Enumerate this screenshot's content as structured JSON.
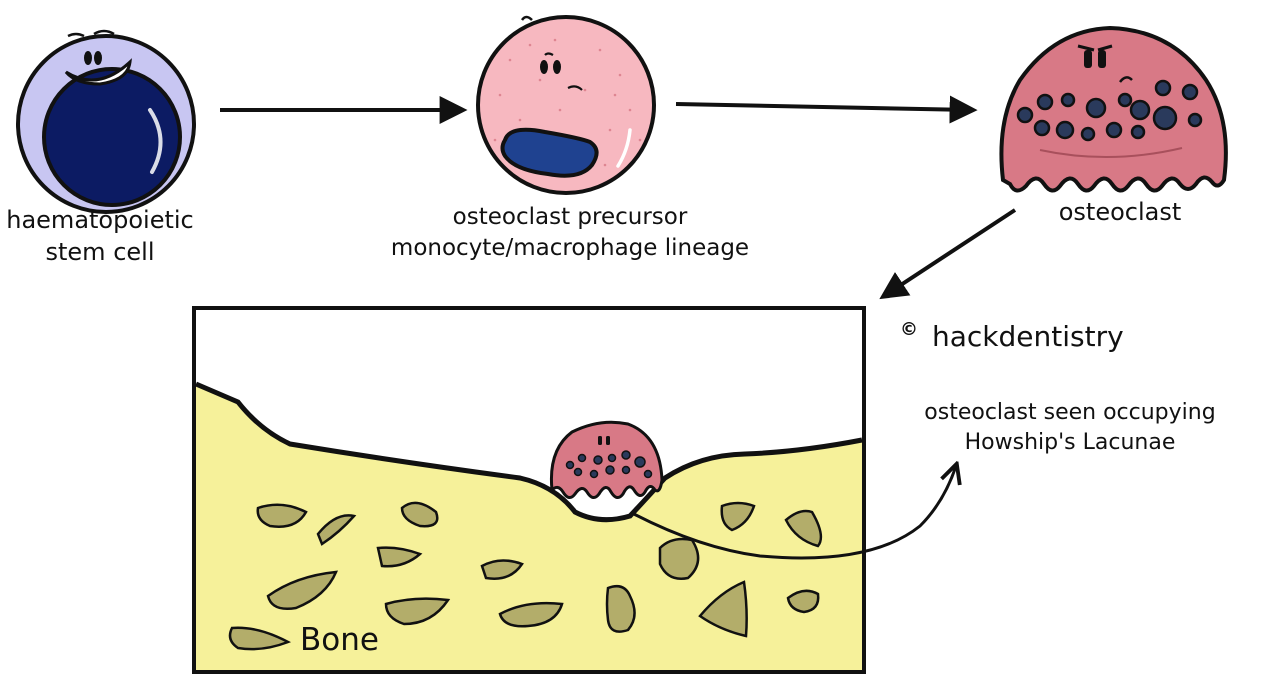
{
  "labels": {
    "hsc_line1": "haematopoietic",
    "hsc_line2": "stem cell",
    "precursor_line1": "osteoclast precursor",
    "precursor_line2": "monocyte/macrophage lineage",
    "osteoclast": "osteoclast",
    "credit_symbol": "©",
    "credit_name": "hackdentistry",
    "occupy_line1": "osteoclast seen occupying",
    "occupy_line2": "Howship's Lacunae",
    "bone": "Bone"
  },
  "colors": {
    "hsc_membrane": "#c8c6f2",
    "hsc_nucleus": "#0c1b63",
    "precursor_body": "#f7b8c0",
    "precursor_nucleus": "#1f4290",
    "osteoclast_body": "#d87986",
    "osteoclast_nuclei": "#2a3a5c",
    "bone_fill": "#f6f19a",
    "bone_lacunae": "#b3ad6a",
    "ink": "#111111"
  }
}
